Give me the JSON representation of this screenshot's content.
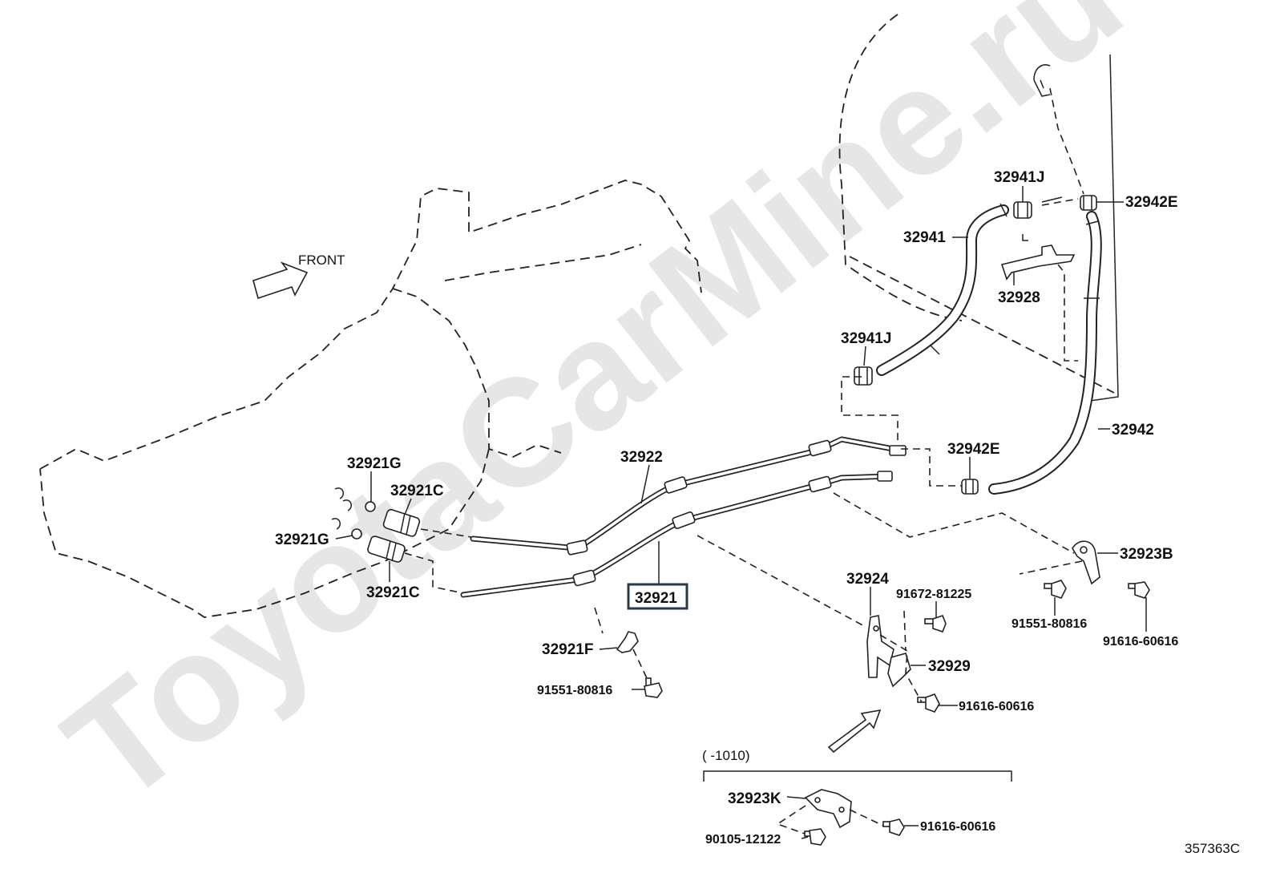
{
  "watermark": "ToyotaCarMine.ru",
  "front_label": "FRONT",
  "diagram_code": "357363C",
  "range_note": "(    -1010)",
  "highlighted_part": "32921",
  "parts": {
    "p32941J_top": "32941J",
    "p32942E_top": "32942E",
    "p32941": "32941",
    "p32928": "32928",
    "p32941J_mid": "32941J",
    "p32942": "32942",
    "p32942E_mid": "32942E",
    "p32922": "32922",
    "p32921G_top": "32921G",
    "p32921C_top": "32921C",
    "p32921G_mid": "32921G",
    "p32921C_bot": "32921C",
    "p32921": "32921",
    "p32923B": "32923B",
    "p32924": "32924",
    "p91672_81225": "91672-81225",
    "p91551_80816_right": "91551-80816",
    "p91616_60616_right": "91616-60616",
    "p32929": "32929",
    "p91616_60616_mid": "91616-60616",
    "p32921F": "32921F",
    "p91551_80816_left": "91551-80816",
    "p32923K": "32923K",
    "p91616_60616_bot": "91616-60616",
    "p90105_12122": "90105-12122"
  }
}
